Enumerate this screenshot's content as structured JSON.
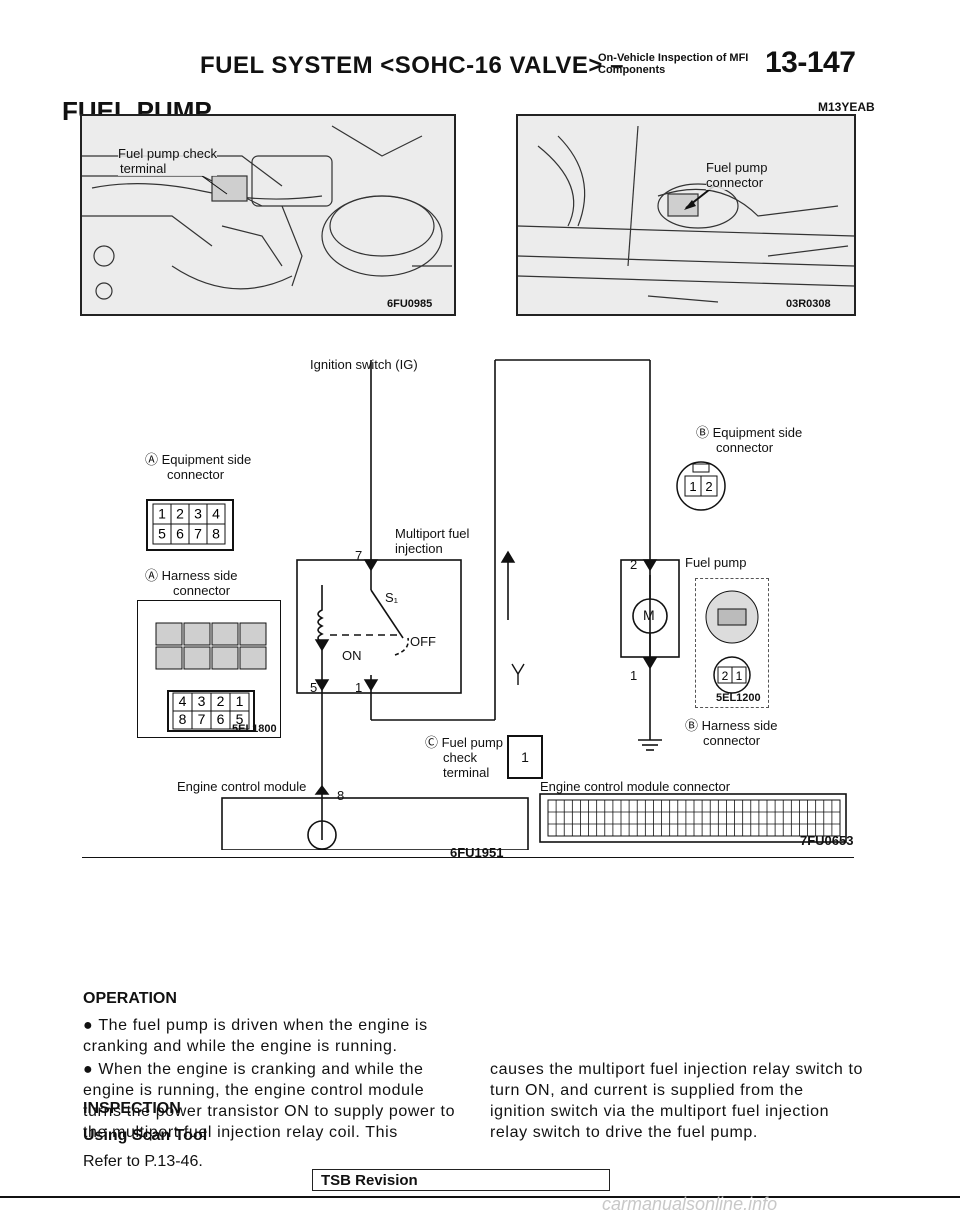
{
  "header": {
    "section": "FUEL SYSTEM <SOHC-16 VALVE> –",
    "sub_line1": "On-Vehicle Inspection of MFI",
    "sub_line2": "Components",
    "page_number": "13-147"
  },
  "title": "FUEL PUMP",
  "section_code": "M13YEAB",
  "photo_left": {
    "label_line1": "Fuel pump check",
    "label_line2": "terminal",
    "code": "6FU0985"
  },
  "photo_right": {
    "label_line1": "Fuel pump",
    "label_line2": "connector",
    "code": "03R0308"
  },
  "diagram": {
    "ignition_switch": "Ignition switch (IG)",
    "equip_a_line1": "Ⓐ Equipment side",
    "equip_a_line2": "connector",
    "harness_a_line1": "Ⓐ Harness side",
    "harness_a_line2": "connector",
    "equip_b_line1": "Ⓑ Equipment side",
    "equip_b_line2": "connector",
    "harness_b_line1": "Ⓑ Harness side",
    "harness_b_line2": "connector",
    "relay_line1": "Multiport fuel",
    "relay_line2": "injection",
    "switch_label": "S₁",
    "off_label": "OFF",
    "on_label": "ON",
    "fuel_pump": "Fuel pump",
    "motor": "M",
    "check_line1": "Ⓒ Fuel pump",
    "check_line2": "check",
    "check_line3": "terminal",
    "ecm": "Engine control module",
    "ecm_connector": "Engine control module connector",
    "pin_7": "7",
    "pin_5": "5",
    "pin_1": "1",
    "pin_2": "2",
    "pin_1b": "1",
    "pin_8": "8",
    "conn_a_top": [
      "1",
      "2",
      "3",
      "4"
    ],
    "conn_a_bottom": [
      "5",
      "6",
      "7",
      "8"
    ],
    "harness_a_top": [
      "4",
      "3",
      "2",
      "1"
    ],
    "harness_a_bottom": [
      "8",
      "7",
      "6",
      "5"
    ],
    "conn_b_equip": [
      "1",
      "2"
    ],
    "conn_b_harness": [
      "2",
      "1"
    ],
    "check_pin": "1",
    "code_harness_a": "5EL1800",
    "code_harness_b": "5EL1200",
    "code_diagram": "6FU1951",
    "code_connector": "7FU0653"
  },
  "operation": {
    "heading": "OPERATION",
    "bullet1": "The fuel pump is driven when the engine is cranking and while the engine is running.",
    "bullet2": "When the engine is cranking and while the engine is running, the engine control module turns the power transistor ON to supply power to the multiport fuel injection relay coil. This causes the multiport fuel injection relay switch to turn ON, and current is supplied from the ignition switch via the multiport fuel injection relay switch to drive the fuel pump."
  },
  "inspection": {
    "heading": "INSPECTION",
    "subheading": "Using Scan Tool",
    "refer": "Refer to P.13-46."
  },
  "footer": {
    "tsb": "TSB Revision",
    "watermark": "carmanualsonline.info"
  }
}
